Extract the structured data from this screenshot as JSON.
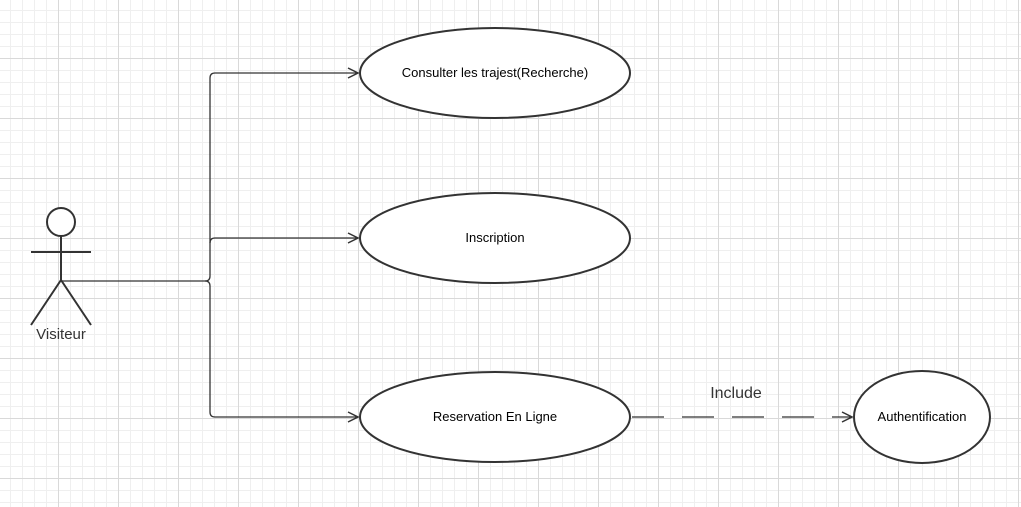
{
  "actor": {
    "label": "Visiteur"
  },
  "use_cases": [
    {
      "id": "consulter",
      "label": "Consulter les trajest(Recherche)"
    },
    {
      "id": "inscription",
      "label": "Inscription"
    },
    {
      "id": "reservation",
      "label": "Reservation En Ligne"
    },
    {
      "id": "authentification",
      "label": "Authentification"
    }
  ],
  "relations": [
    {
      "from": "actor",
      "to": "consulter",
      "type": "association"
    },
    {
      "from": "actor",
      "to": "inscription",
      "type": "association"
    },
    {
      "from": "actor",
      "to": "reservation",
      "type": "association"
    },
    {
      "from": "reservation",
      "to": "authentification",
      "type": "include",
      "label": "Include"
    }
  ],
  "colors": {
    "stroke": "#333333",
    "fill": "#ffffff",
    "grid": "#d9d9d9"
  }
}
